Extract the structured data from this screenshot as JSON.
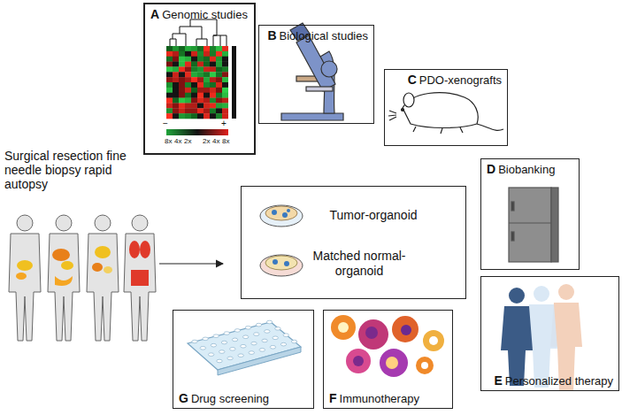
{
  "diagram": {
    "nodes": [
      {
        "text": [
          "A",
          "Genomic studies"
        ]
      },
      {
        "text": [
          "B",
          "Biological studies"
        ]
      },
      {
        "text": [
          "C",
          "PDO-xenografts"
        ]
      },
      {
        "text": [
          "D",
          "Biobanking"
        ]
      },
      {
        "text": [
          "E",
          "Personalized therapy"
        ]
      },
      {
        "text": [
          "F",
          "Immunotherapy"
        ]
      },
      {
        "text": [
          "G",
          "Drug screening"
        ]
      },
      {
        "text": [
          "Tumor-organoid",
          "Matched normal-organoid"
        ]
      }
    ],
    "labels": [
      "Surgical resection fine needle biopsy rapid autopsy",
      "−",
      "+",
      "8x",
      "4x",
      "2x",
      "2x",
      "4x",
      "8x"
    ]
  }
}
